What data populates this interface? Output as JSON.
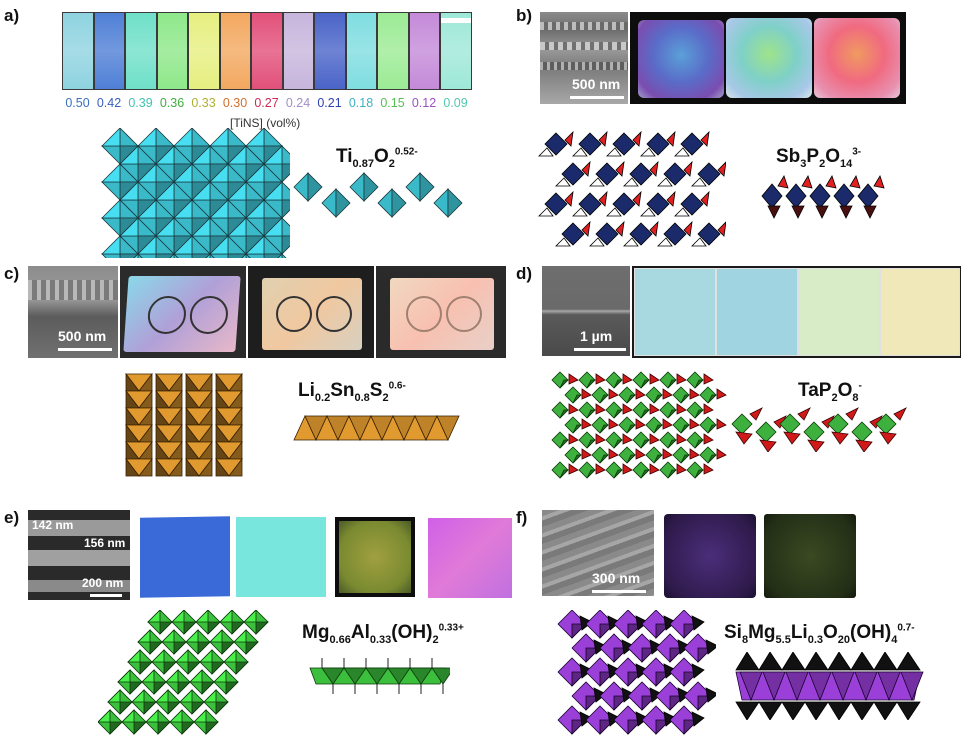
{
  "panels": {
    "a": {
      "label": "a)",
      "axis_label": "[TiNS] (vol%)",
      "strips": [
        {
          "value": "0.50",
          "color": "#8fd3e0",
          "text_color": "#3a6fc0"
        },
        {
          "value": "0.42",
          "color": "#4f7fd6",
          "text_color": "#3a5ec0"
        },
        {
          "value": "0.39",
          "color": "#6fe0c8",
          "text_color": "#3fc4b0"
        },
        {
          "value": "0.36",
          "color": "#8ee88a",
          "text_color": "#3fae3f"
        },
        {
          "value": "0.33",
          "color": "#e6ef80",
          "text_color": "#b0b030"
        },
        {
          "value": "0.30",
          "color": "#f3a860",
          "text_color": "#d0702a"
        },
        {
          "value": "0.27",
          "color": "#e2507a",
          "text_color": "#d02a5a"
        },
        {
          "value": "0.24",
          "color": "#c7b5dc",
          "text_color": "#a08fc8"
        },
        {
          "value": "0.21",
          "color": "#4a64c8",
          "text_color": "#3040b0"
        },
        {
          "value": "0.18",
          "color": "#7fdde0",
          "text_color": "#3fb0c4"
        },
        {
          "value": "0.15",
          "color": "#9ceb95",
          "text_color": "#55c050"
        },
        {
          "value": "0.12",
          "color": "#c48ad8",
          "text_color": "#9a52c0"
        },
        {
          "value": "0.09",
          "color": "#9ee8d8",
          "text_color": "#55c8b0"
        }
      ],
      "formula": {
        "base": "Ti",
        "sub1": "0.87",
        "base2": "O",
        "sub2": "2",
        "charge": "0.52-"
      }
    },
    "b": {
      "label": "b)",
      "scale_bar": "500 nm",
      "formula": {
        "part1": "Sb",
        "sub1": "3",
        "part2": "P",
        "sub2": "2",
        "part3": "O",
        "sub3": "14",
        "charge": "3-"
      }
    },
    "c": {
      "label": "c)",
      "scale_bar": "500 nm",
      "formula": {
        "part1": "Li",
        "sub1": "0.2",
        "part2": "Sn",
        "sub2": "0.8",
        "part3": "S",
        "sub3": "2",
        "charge": "0.6-"
      }
    },
    "d": {
      "label": "d)",
      "scale_bar": "1 µm",
      "formula": {
        "part1": "TaP",
        "sub1": "2",
        "part2": "O",
        "sub2": "8",
        "charge": "-"
      }
    },
    "e": {
      "label": "e)",
      "scale_bar": "200 nm",
      "thickness_labels": [
        "142 nm",
        "156 nm"
      ],
      "formula": {
        "part1": "Mg",
        "sub1": "0.66",
        "part2": "Al",
        "sub2": "0.33",
        "part3": "(OH)",
        "sub3": "2",
        "charge": "0.33+"
      }
    },
    "f": {
      "label": "f)",
      "scale_bar": "300 nm",
      "formula": {
        "part1": "Si",
        "sub1": "8",
        "part2": "Mg",
        "sub2": "5.5",
        "part3": "Li",
        "sub3": "0.3",
        "part4": "O",
        "sub4": "20",
        "part5": "(OH)",
        "sub5": "4",
        "charge": "0.7-"
      }
    }
  },
  "colors": {
    "tinbs_polyhedra": "#3ab9c8",
    "sbp_octahedra": "#1a2a6a",
    "sbp_tetrahedra": "#e02020",
    "lisns_polyhedra": "#e09a30",
    "tap_octahedra": "#3db03d",
    "tap_tetrahedra": "#d01a1a",
    "ldh_polyhedra": "#3cbf3c",
    "clay_octahedra": "#9a40d8",
    "clay_tetrahedra": "#111111"
  }
}
